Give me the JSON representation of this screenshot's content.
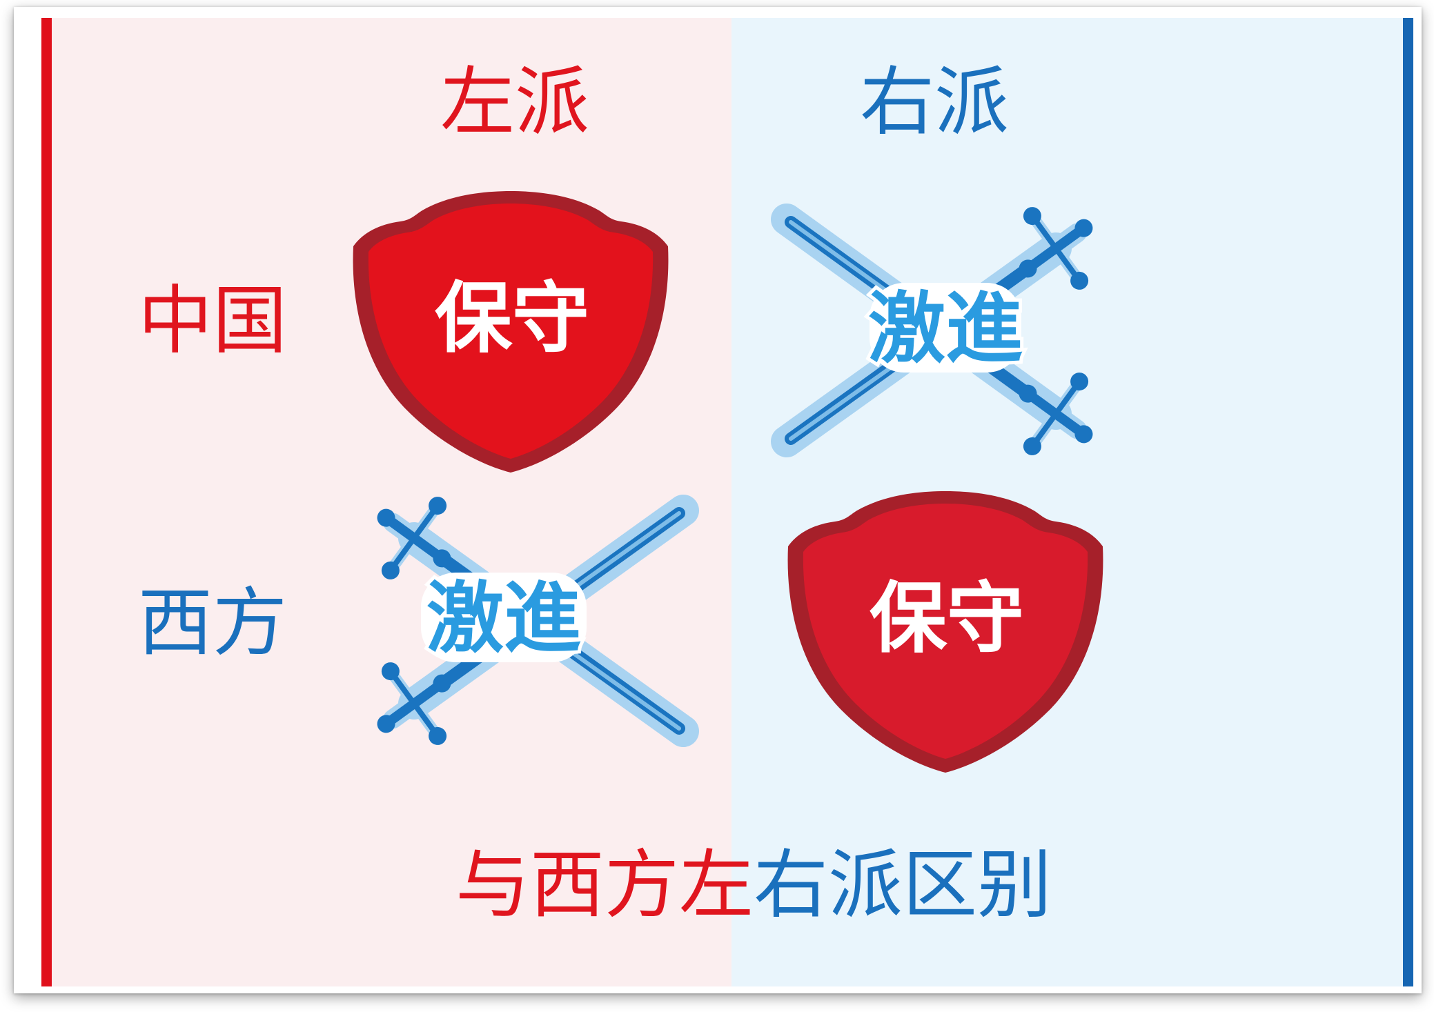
{
  "columns": {
    "left": "左派",
    "right": "右派"
  },
  "rows": {
    "china": "中国",
    "west": "西方"
  },
  "cells": {
    "china_left": {
      "label": "保守",
      "icon": "shield-icon"
    },
    "china_right": {
      "label": "激進",
      "icon": "crossed-swords-icon"
    },
    "west_left": {
      "label": "激進",
      "icon": "crossed-swords-icon"
    },
    "west_right": {
      "label": "保守",
      "icon": "shield-icon"
    }
  },
  "footer": {
    "red_part": "与西方左",
    "blue_part": "右派区别"
  },
  "colors": {
    "left_accent": "#e0101b",
    "right_accent": "#1666b3",
    "left_panel": "#fbeeef",
    "right_panel": "#e9f5fc",
    "shield_fill": "#e3121c",
    "shield_rim": "#a6202a",
    "sword_dark": "#1a74c0",
    "sword_light": "#7fbde8",
    "swords_text": "#2a9be0"
  }
}
